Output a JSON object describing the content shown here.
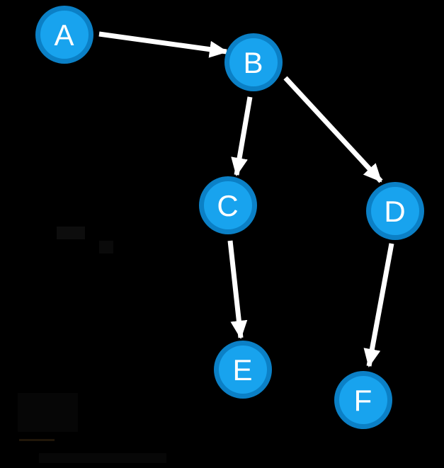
{
  "diagram": {
    "type": "directed-graph",
    "background_color": "#000000",
    "node_fill_color": "#18a3ee",
    "node_ring_color": "#0b80c6",
    "edge_color": "#ffffff",
    "label_color": "#ffffff",
    "nodes": [
      {
        "id": "A",
        "label": "A"
      },
      {
        "id": "B",
        "label": "B"
      },
      {
        "id": "C",
        "label": "C"
      },
      {
        "id": "D",
        "label": "D"
      },
      {
        "id": "E",
        "label": "E"
      },
      {
        "id": "F",
        "label": "F"
      }
    ],
    "edges": [
      {
        "from": "A",
        "to": "B"
      },
      {
        "from": "B",
        "to": "C"
      },
      {
        "from": "B",
        "to": "D"
      },
      {
        "from": "C",
        "to": "E"
      },
      {
        "from": "D",
        "to": "F"
      }
    ]
  }
}
